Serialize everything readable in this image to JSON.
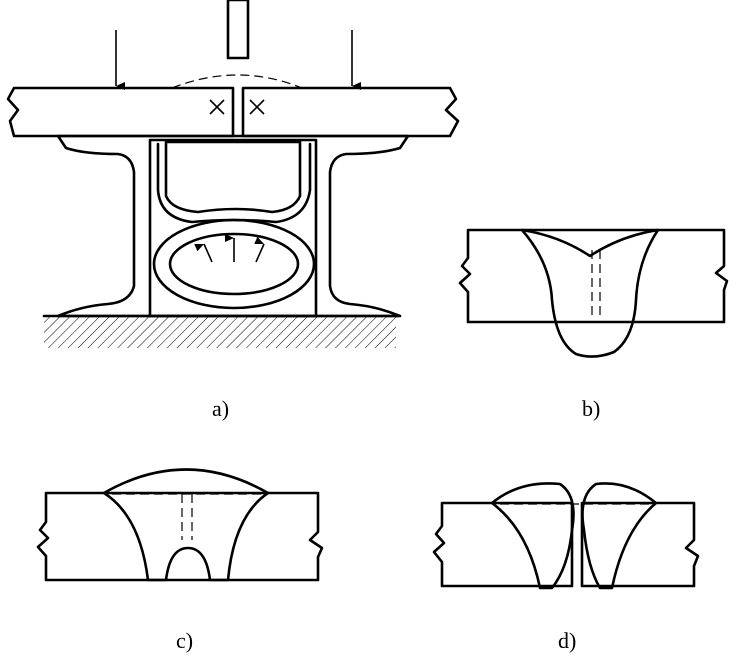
{
  "figure": {
    "panels": [
      {
        "id": "a",
        "caption": "a)"
      },
      {
        "id": "b",
        "caption": "b)"
      },
      {
        "id": "c",
        "caption": "c)"
      },
      {
        "id": "d",
        "caption": "d)"
      }
    ]
  }
}
